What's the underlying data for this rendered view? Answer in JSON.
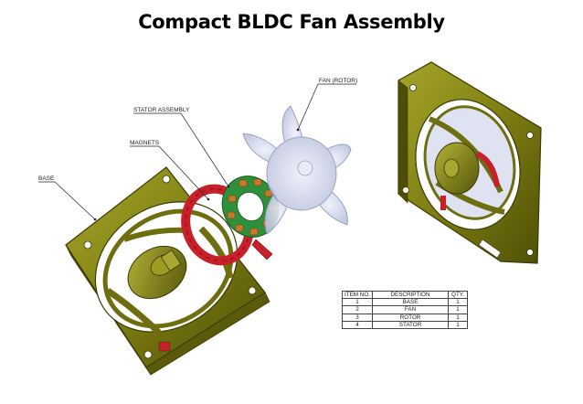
{
  "title": "Compact BLDC Fan Assembly",
  "callouts": {
    "fan": "FAN (ROTOR)",
    "stator": "STATOR ASSEMBLY",
    "magnets": "MAGNETS",
    "base": "BASE"
  },
  "bom": {
    "headers": {
      "item": "ITEM NO.",
      "description": "DESCRIPTION",
      "qty": "QTY."
    },
    "rows": [
      {
        "item": "1",
        "description": "BASE",
        "qty": "1"
      },
      {
        "item": "2",
        "description": "FAN",
        "qty": "1"
      },
      {
        "item": "3",
        "description": "ROTOR",
        "qty": "1"
      },
      {
        "item": "4",
        "description": "STATOR",
        "qty": "1"
      }
    ]
  },
  "colors": {
    "housing": "#8a8a18",
    "housing_dark": "#4a4a08",
    "magnet_ring": "#c8202a",
    "stator": "#2f8f3a",
    "winding": "#c87a2a",
    "fan_blade": "#c9cfe8"
  }
}
